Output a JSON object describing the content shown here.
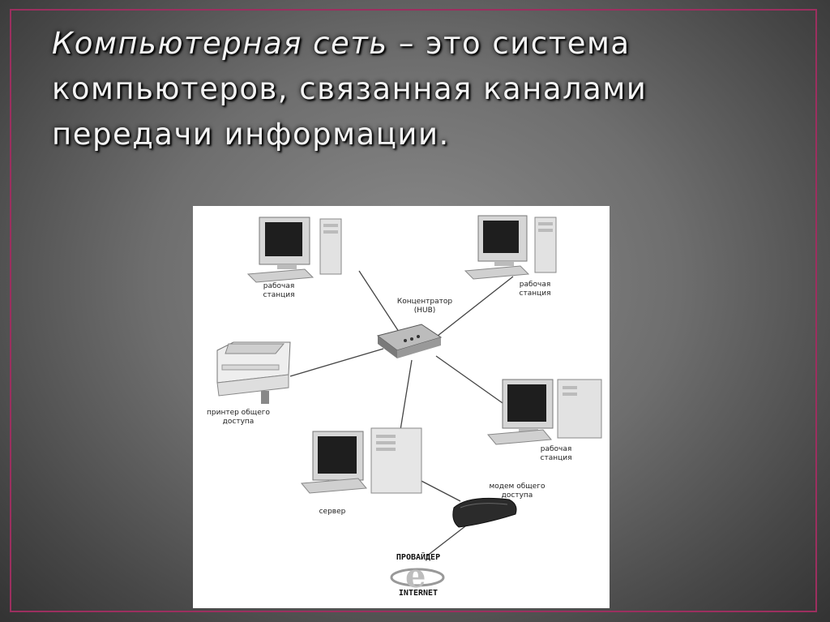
{
  "slide": {
    "title_part1": "Компьютерная сеть",
    "title_part2": " – это система компьютеров, связанная каналами передачи информации."
  },
  "diagram": {
    "labels": {
      "ws_top_left": "рабочая\nстанция",
      "ws_top_right": "рабочая\nстанция",
      "ws_right": "рабочая\nстанция",
      "hub": "Концентратор\n(HUB)",
      "printer": "принтер общего\nдоступа",
      "server": "сервер",
      "modem": "модем общего\nдоступа",
      "provider": "ПРОВАЙДЕР",
      "internet": "INTERNET"
    }
  },
  "colors": {
    "frame": "#9c2f5f",
    "title_text": "#f4f4f4"
  }
}
